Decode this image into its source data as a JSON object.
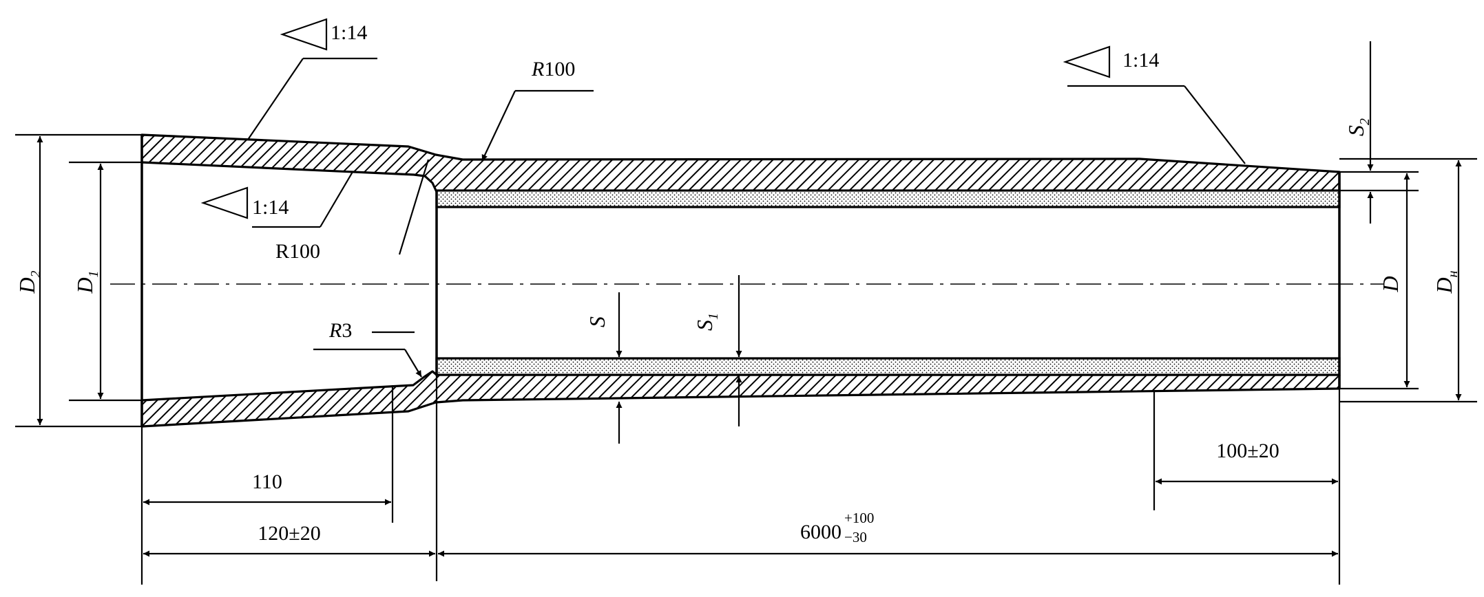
{
  "taper_labels": {
    "top_left": "1:14",
    "left_inner": "1:14",
    "top_right": "1:14"
  },
  "radius_labels": {
    "r100_top_prefix": "R",
    "r100_top_value": "100",
    "r100_inner": "R100",
    "r3_prefix": "R",
    "r3_value": "3"
  },
  "diameter_labels": {
    "d2_base": "D",
    "d2_sub": "2",
    "d1_base": "D",
    "d1_sub": "1",
    "d": "D",
    "dn_base": "D",
    "dn_sub": "н"
  },
  "thickness_labels": {
    "s": "S",
    "s1_base": "S",
    "s1_sub": "1",
    "s2_base": "S",
    "s2_sub": "2"
  },
  "length_labels": {
    "l110": "110",
    "l120": "120±20",
    "l100": "100±20",
    "l6000_base": "6000",
    "l6000_upper": "+100",
    "l6000_lower": "−30"
  }
}
